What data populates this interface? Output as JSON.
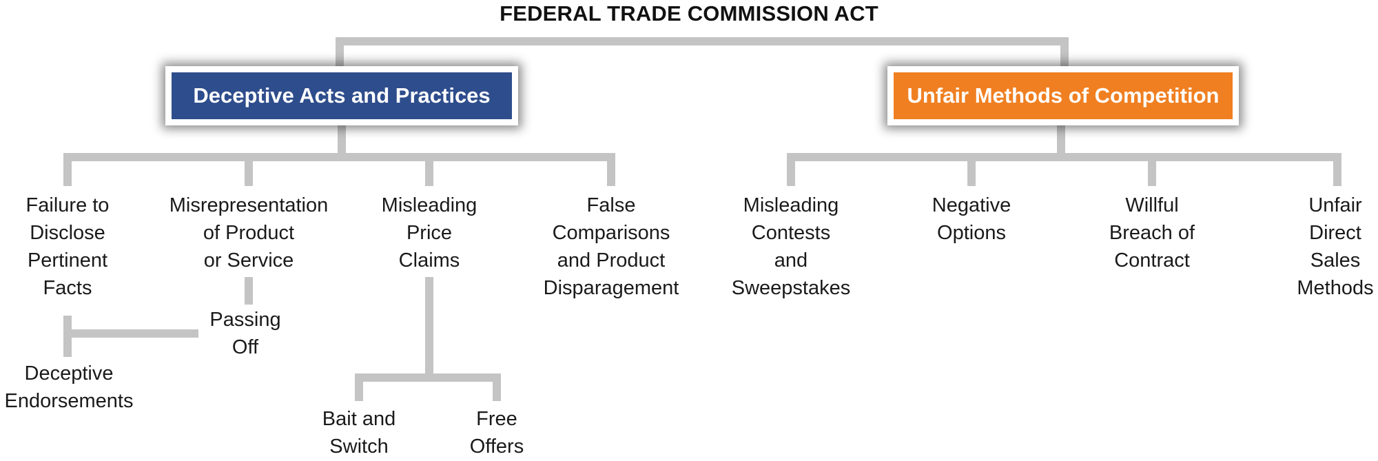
{
  "title": "FEDERAL TRADE COMMISSION ACT",
  "colors": {
    "deceptive": "#2E4D8C",
    "unfair": "#F07F21",
    "connector": "#c4c4c4"
  },
  "deceptive": {
    "label": "Deceptive Acts and Practices",
    "children": [
      "Failure to\nDisclose\nPertinent\nFacts",
      "Misrepresentation\nof Product\nor Service",
      "Misleading\nPrice\nClaims",
      "False\nComparisons\nand Product\nDisparagement"
    ],
    "passing_off": "Passing\nOff",
    "deceptive_endorsements": "Deceptive\nEndorsements",
    "price_children": [
      "Bait and\nSwitch",
      "Free\nOffers"
    ]
  },
  "unfair": {
    "label": "Unfair Methods of Competition",
    "children": [
      "Misleading\nContests\nand\nSweepstakes",
      "Negative\nOptions",
      "Willful\nBreach of\nContract",
      "Unfair\nDirect\nSales\nMethods"
    ]
  }
}
